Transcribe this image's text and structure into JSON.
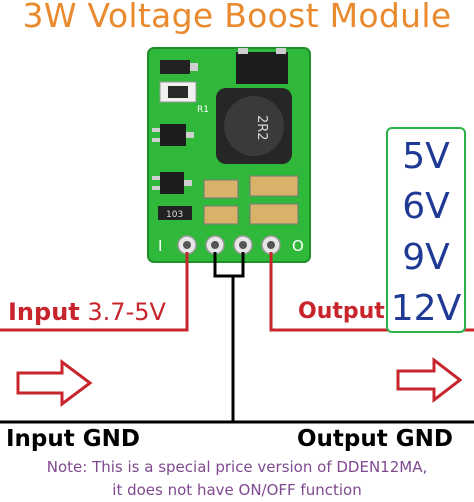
{
  "title": "3W Voltage Boost Module",
  "board": {
    "pin_in": "I",
    "pin_out": "O",
    "label_r1": "R1",
    "label_inductor": "2R2",
    "label_103": "103"
  },
  "voltages": [
    "5V",
    "6V",
    "9V",
    "12V"
  ],
  "input": {
    "label": "Input",
    "range": "3.7-5V"
  },
  "output": {
    "label": "Output"
  },
  "gnd": {
    "input": "Input GND",
    "output": "Output GND"
  },
  "note": {
    "line1": "Note: This is a special price version of DDEN12MA,",
    "line2": "it does not have ON/OFF function"
  },
  "colors": {
    "title": "#e98a2e",
    "pcb": "#2fb83a",
    "wire_red": "#c7252b",
    "voltage_text": "#1f3a94",
    "voltage_border": "#2bb34a",
    "note": "#7f4a8f"
  }
}
